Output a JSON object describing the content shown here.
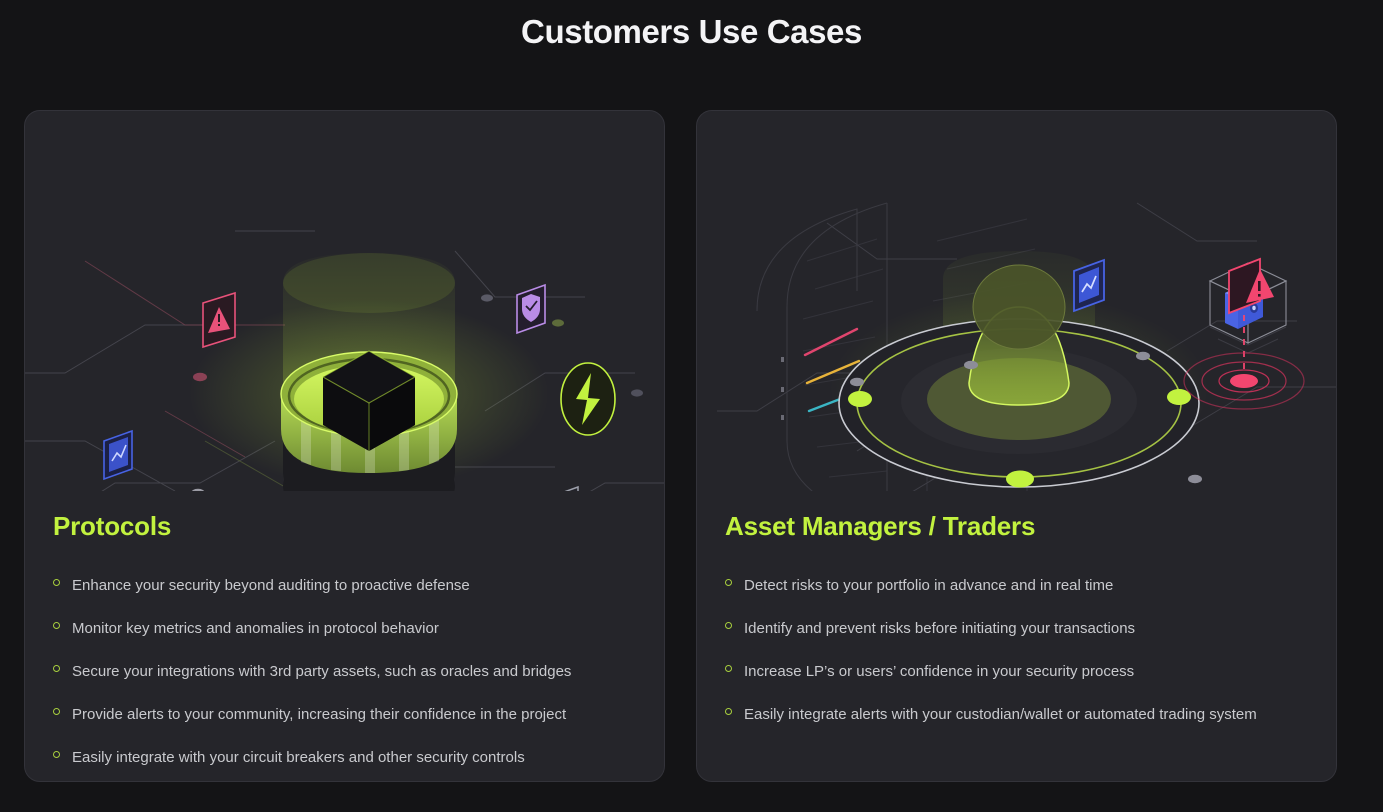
{
  "page": {
    "title": "Customers Use Cases",
    "background_color": "#141416",
    "card_background_color": "#25252a",
    "accent_color": "#c2f23f",
    "text_color": "#c9cace"
  },
  "cards": [
    {
      "heading": "Protocols",
      "illustration": {
        "name": "protocol-platform-illustration",
        "description": "Isometric glowing green disc platform with dark 3D cube on top, light column above, connected network nodes and floating icon cards",
        "icons": [
          {
            "name": "warning-triangle-icon",
            "color": "#e8527a"
          },
          {
            "name": "shield-check-icon",
            "color": "#b98ce6"
          },
          {
            "name": "chart-line-icon",
            "color": "#4763e4"
          },
          {
            "name": "lightning-bolt-icon",
            "color": "#c2f23f"
          },
          {
            "name": "token-badge-icon",
            "color": "#d7d8de"
          }
        ]
      },
      "bullets": [
        "Enhance your security beyond auditing to proactive defense",
        "Monitor key metrics and anomalies in protocol behavior",
        "Secure your integrations with 3rd party assets, such as oracles and bridges",
        "Provide alerts to your community, increasing their confidence in the project",
        "Easily integrate with your circuit breakers and other security controls"
      ]
    },
    {
      "heading": "Asset Managers / Traders",
      "illustration": {
        "name": "asset-manager-platform-illustration",
        "description": "Isometric dark disc with glowing green person figure, green orbital ring with three nodes, curved data wall, wallet in wireframe cube and pink alert radar",
        "icons": [
          {
            "name": "chart-line-icon",
            "color": "#4763e4"
          },
          {
            "name": "wallet-icon",
            "color": "#5470ef"
          },
          {
            "name": "warning-triangle-icon",
            "color": "#f2466f"
          },
          {
            "name": "shield-icon",
            "color": "#c79ae8"
          }
        ]
      },
      "bullets": [
        "Detect risks to your portfolio in advance and in real time",
        "Identify and prevent risks before initiating your transactions",
        "Increase LP’s or users’ confidence in your security process",
        "Easily integrate alerts with your custodian/wallet or automated trading system"
      ]
    }
  ]
}
